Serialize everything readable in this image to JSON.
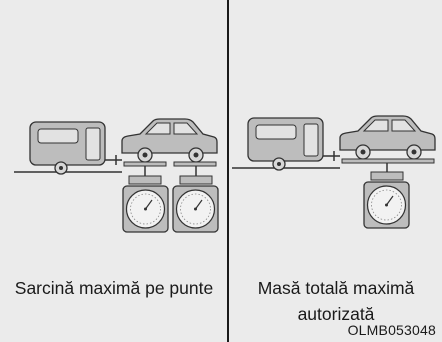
{
  "captions": {
    "left": "Sarcină maximă pe punte",
    "right": "Masă totală maximă autorizată"
  },
  "reference_code": "OLMB053048",
  "colors": {
    "background": "#ebebeb",
    "figure_fill": "#bdbdbd",
    "figure_stroke": "#333333",
    "divider": "#1a1a1a"
  },
  "icons": [
    "trailer-icon",
    "car-icon",
    "weighing-scale-icon"
  ]
}
